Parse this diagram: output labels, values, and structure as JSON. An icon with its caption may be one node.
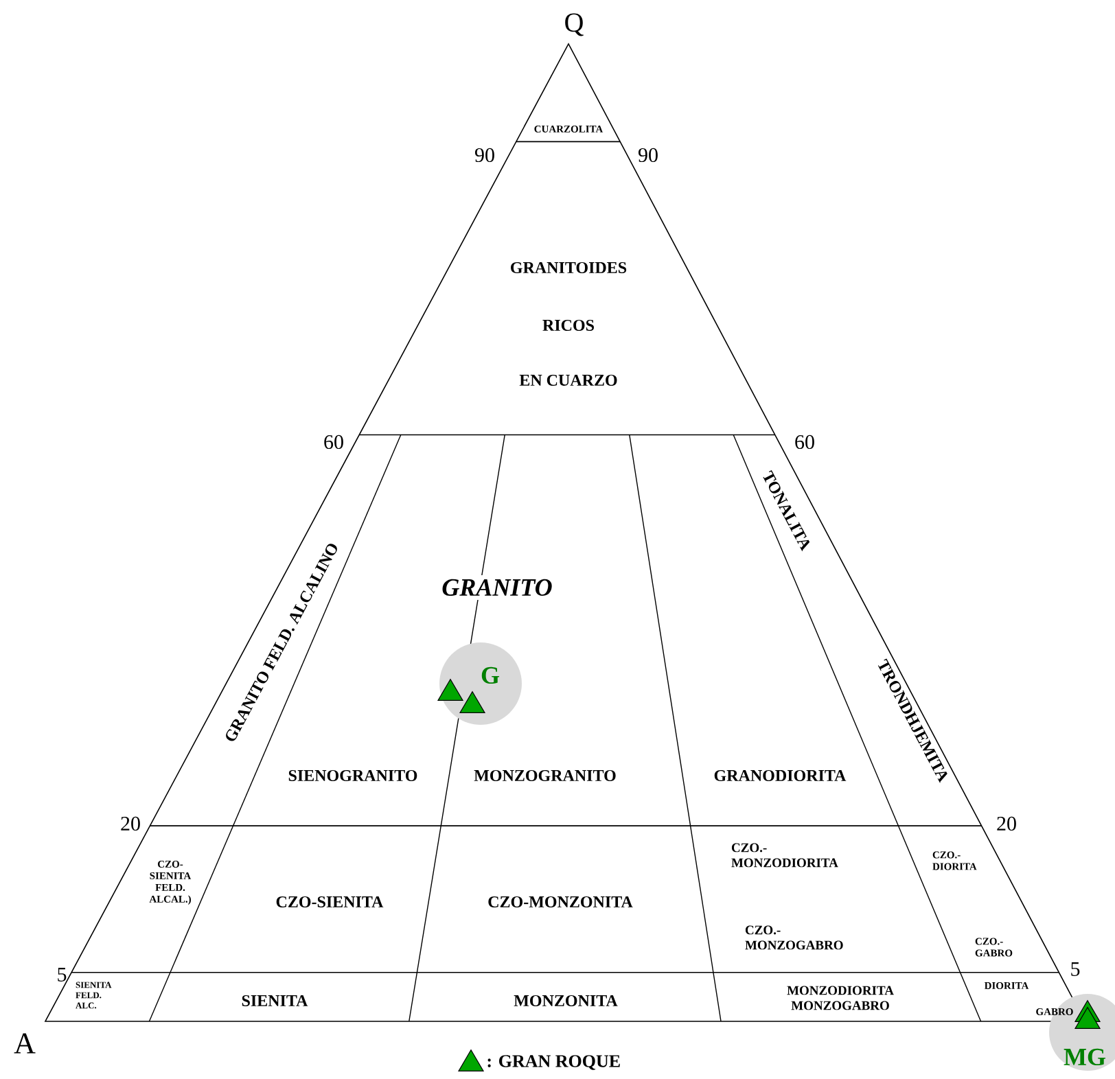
{
  "diagram": {
    "labels": [
      "Q",
      "CUARZOLITA",
      "90",
      "90",
      "GRANITOIDES",
      "RICOS",
      "EN CUARZO",
      "60",
      "60",
      "GRANITO FELD. ALCALINO",
      "TONALITA",
      "GRANITO",
      "G",
      "TRONDHJEMITA",
      "SIENOGRANITO",
      "MONZOGRANITO",
      "GRANODIORITA",
      "20",
      "20",
      "CZO- SIENITA FELD. ALCAL.)",
      "CZO.- MONZODIORITA",
      "CZO.- DIORITA",
      "CZO-SIENITA",
      "CZO-MONZONITA",
      "CZO.- MONZOGABRO",
      "CZO.- GABRO",
      "5",
      "5",
      "SIENITA FELD. ALC.",
      "SIENITA",
      "MONZONITA",
      "MONZODIORITA MONZOGABRO",
      "DIORITA",
      "GABRO",
      "A",
      "MG"
    ],
    "legend": [
      {
        "text": ": GRAN ROQUE"
      }
    ]
  }
}
